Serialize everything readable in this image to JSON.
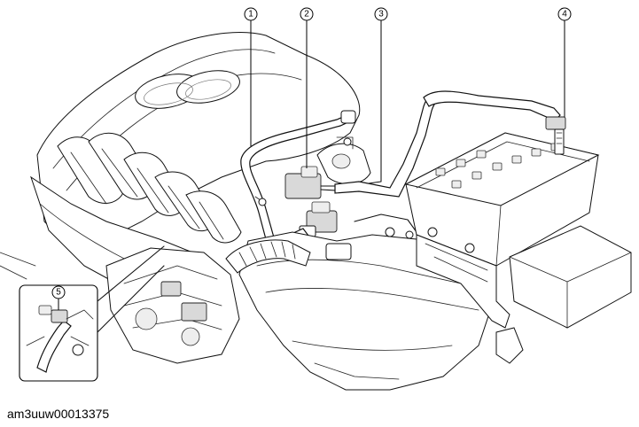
{
  "callouts": [
    {
      "number": "1"
    },
    {
      "number": "2"
    },
    {
      "number": "3"
    },
    {
      "number": "4"
    },
    {
      "number": "5"
    }
  ],
  "caption": "am3uuw00013375"
}
